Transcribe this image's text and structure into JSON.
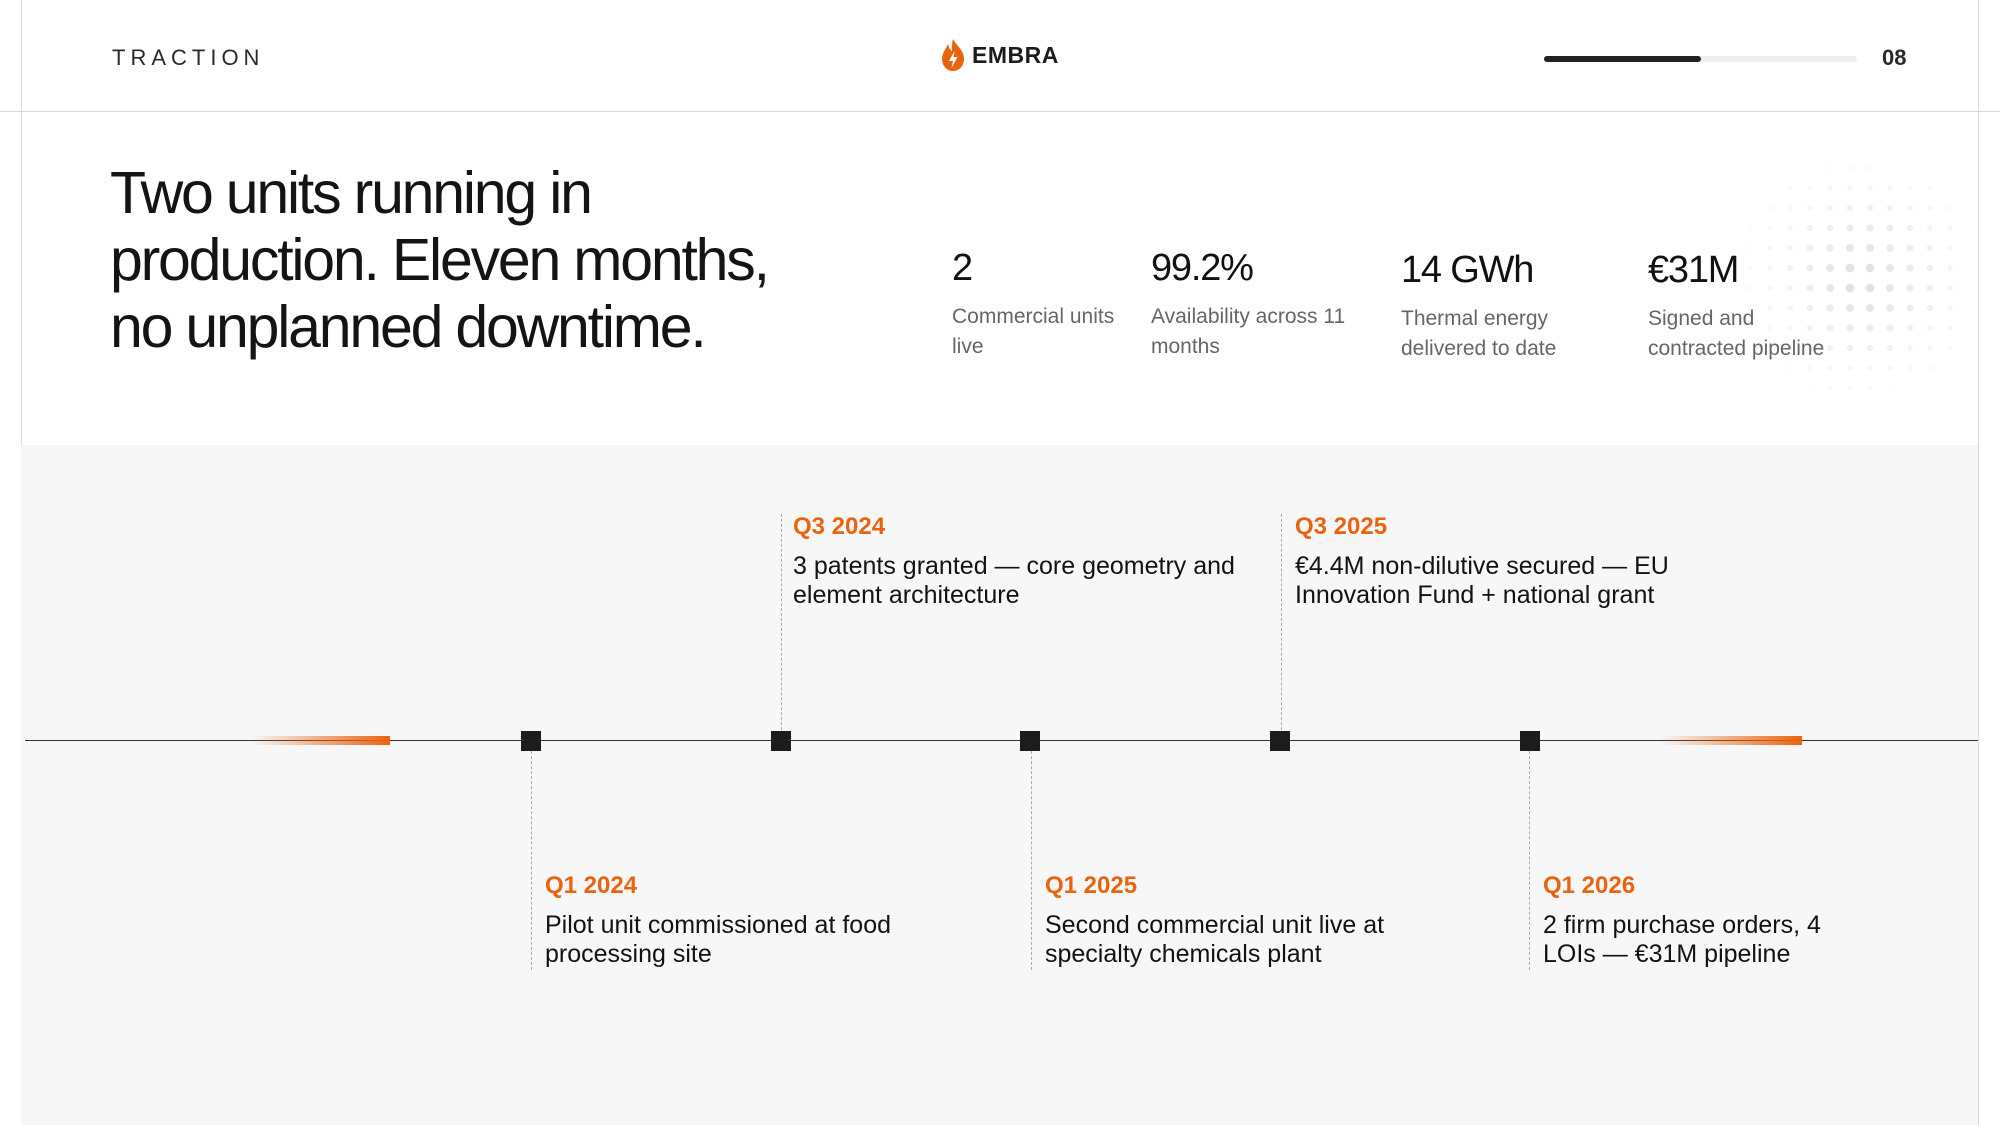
{
  "header": {
    "section_label": "TRACTION",
    "brand_name": "EMBRA",
    "brand_icon": "flame-bolt-icon",
    "page_number": "08",
    "progress_fraction": 0.5
  },
  "colors": {
    "accent": "#ea6410",
    "ink": "#141414",
    "panel": "#f7f7f7",
    "muted": "#666666"
  },
  "headline": "Two units running in production. Eleven months, no unplanned downtime.",
  "stats": [
    {
      "value": "2",
      "label": "Commercial units live"
    },
    {
      "value": "99.2%",
      "label": "Availability across 11 months"
    },
    {
      "value": "14 GWh",
      "label": "Thermal energy delivered to date"
    },
    {
      "value": "€31M",
      "label": "Signed and contracted pipeline"
    }
  ],
  "timeline": [
    {
      "date": "Q1 2024",
      "text": "Pilot unit commissioned at food processing site"
    },
    {
      "date": "Q3 2024",
      "text": "3 patents granted — core geometry and element architecture"
    },
    {
      "date": "Q1 2025",
      "text": "Second commercial unit live at specialty chemicals plant"
    },
    {
      "date": "Q3 2025",
      "text": "€4.4M non-dilutive secured — EU Innovation Fund + national grant"
    },
    {
      "date": "Q1 2026",
      "text": "2 firm purchase orders, 4 LOIs — €31M pipeline"
    }
  ]
}
